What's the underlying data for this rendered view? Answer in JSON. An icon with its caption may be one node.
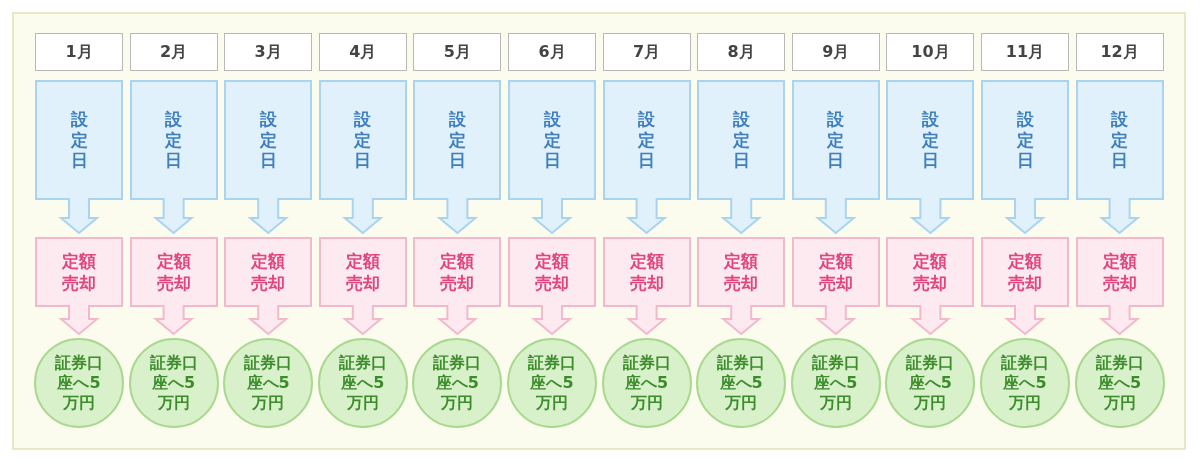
{
  "diagram": {
    "nodes": [
      {
        "text": [
          "1月"
        ]
      },
      {
        "text": [
          "設定日"
        ]
      },
      {
        "text": [
          "定額売却"
        ]
      },
      {
        "text": [
          "証券口座へ5万円"
        ]
      },
      {
        "text": [
          "2月"
        ]
      },
      {
        "text": [
          "設定日"
        ]
      },
      {
        "text": [
          "定額売却"
        ]
      },
      {
        "text": [
          "証券口座へ5万円"
        ]
      },
      {
        "text": [
          "3月"
        ]
      },
      {
        "text": [
          "設定日"
        ]
      },
      {
        "text": [
          "定額売却"
        ]
      },
      {
        "text": [
          "証券口座へ5万円"
        ]
      },
      {
        "text": [
          "4月"
        ]
      },
      {
        "text": [
          "設定日"
        ]
      },
      {
        "text": [
          "定額売却"
        ]
      },
      {
        "text": [
          "証券口座へ5万円"
        ]
      },
      {
        "text": [
          "5月"
        ]
      },
      {
        "text": [
          "設定日"
        ]
      },
      {
        "text": [
          "定額売却"
        ]
      },
      {
        "text": [
          "証券口座へ5万円"
        ]
      },
      {
        "text": [
          "6月"
        ]
      },
      {
        "text": [
          "設定日"
        ]
      },
      {
        "text": [
          "定額売却"
        ]
      },
      {
        "text": [
          "証券口座へ5万円"
        ]
      },
      {
        "text": [
          "7月"
        ]
      },
      {
        "text": [
          "設定日"
        ]
      },
      {
        "text": [
          "定額売却"
        ]
      },
      {
        "text": [
          "証券口座へ5万円"
        ]
      },
      {
        "text": [
          "8月"
        ]
      },
      {
        "text": [
          "設定日"
        ]
      },
      {
        "text": [
          "定額売却"
        ]
      },
      {
        "text": [
          "証券口座へ5万円"
        ]
      },
      {
        "text": [
          "9月"
        ]
      },
      {
        "text": [
          "設定日"
        ]
      },
      {
        "text": [
          "定額売却"
        ]
      },
      {
        "text": [
          "証券口座へ5万円"
        ]
      },
      {
        "text": [
          "10月"
        ]
      },
      {
        "text": [
          "設定日"
        ]
      },
      {
        "text": [
          "定額売却"
        ]
      },
      {
        "text": [
          "証券口座へ5万円"
        ]
      },
      {
        "text": [
          "11月"
        ]
      },
      {
        "text": [
          "設定日"
        ]
      },
      {
        "text": [
          "定額売却"
        ]
      },
      {
        "text": [
          "証券口座へ5万円"
        ]
      },
      {
        "text": [
          "12月"
        ]
      },
      {
        "text": [
          "設定日"
        ]
      },
      {
        "text": [
          "定額売却"
        ]
      },
      {
        "text": [
          "証券口座へ5万円"
        ]
      }
    ],
    "edges": [
      {
        "from": 1,
        "to": 2,
        "arrow": "to",
        "color": "#a8d4f0"
      },
      {
        "from": 2,
        "to": 3,
        "arrow": "to",
        "color": "#f4b8cc"
      },
      {
        "from": 5,
        "to": 6,
        "arrow": "to",
        "color": "#a8d4f0"
      },
      {
        "from": 6,
        "to": 7,
        "arrow": "to",
        "color": "#f4b8cc"
      },
      {
        "from": 9,
        "to": 10,
        "arrow": "to",
        "color": "#a8d4f0"
      },
      {
        "from": 10,
        "to": 11,
        "arrow": "to",
        "color": "#f4b8cc"
      },
      {
        "from": 13,
        "to": 14,
        "arrow": "to",
        "color": "#a8d4f0"
      },
      {
        "from": 14,
        "to": 15,
        "arrow": "to",
        "color": "#f4b8cc"
      },
      {
        "from": 17,
        "to": 18,
        "arrow": "to",
        "color": "#a8d4f0"
      },
      {
        "from": 18,
        "to": 19,
        "arrow": "to",
        "color": "#f4b8cc"
      },
      {
        "from": 21,
        "to": 22,
        "arrow": "to",
        "color": "#a8d4f0"
      },
      {
        "from": 22,
        "to": 23,
        "arrow": "to",
        "color": "#f4b8cc"
      },
      {
        "from": 25,
        "to": 26,
        "arrow": "to",
        "color": "#a8d4f0"
      },
      {
        "from": 26,
        "to": 27,
        "arrow": "to",
        "color": "#f4b8cc"
      },
      {
        "from": 29,
        "to": 30,
        "arrow": "to",
        "color": "#a8d4f0"
      },
      {
        "from": 30,
        "to": 31,
        "arrow": "to",
        "color": "#f4b8cc"
      },
      {
        "from": 33,
        "to": 34,
        "arrow": "to",
        "color": "#a8d4f0"
      },
      {
        "from": 34,
        "to": 35,
        "arrow": "to",
        "color": "#f4b8cc"
      },
      {
        "from": 37,
        "to": 38,
        "arrow": "to",
        "color": "#a8d4f0"
      },
      {
        "from": 38,
        "to": 39,
        "arrow": "to",
        "color": "#f4b8cc"
      },
      {
        "from": 41,
        "to": 42,
        "arrow": "to",
        "color": "#a8d4f0"
      },
      {
        "from": 42,
        "to": 43,
        "arrow": "to",
        "color": "#f4b8cc"
      },
      {
        "from": 45,
        "to": 46,
        "arrow": "to",
        "color": "#a8d4f0"
      },
      {
        "from": 46,
        "to": 47,
        "arrow": "to",
        "color": "#f4b8cc"
      }
    ]
  }
}
